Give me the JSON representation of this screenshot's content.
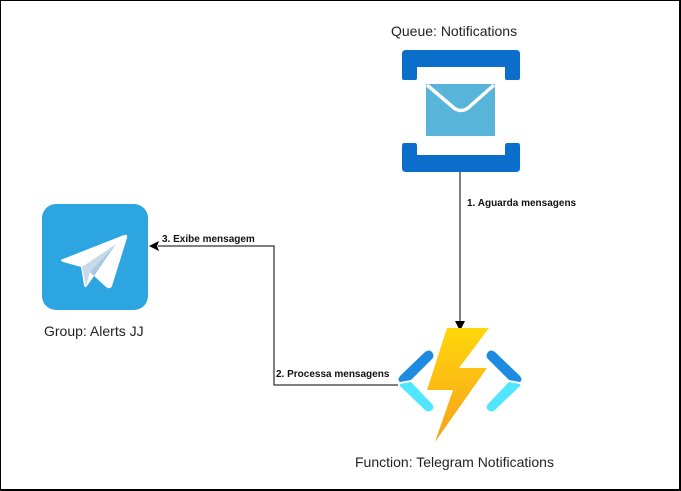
{
  "diagram": {
    "nodes": {
      "queue": {
        "label": "Queue: Notifications",
        "icon": "azure-storage-queue-icon",
        "colors": {
          "bracket": "#0A6ECA",
          "envelope": "#59B4D9"
        }
      },
      "function": {
        "label": "Function: Telegram Notifications",
        "icon": "azure-function-icon",
        "colors": {
          "bolt_top": "#FFD70A",
          "bolt_bottom": "#F7A01D",
          "bracket_dark": "#1C8BE0",
          "bracket_light": "#50E6FF"
        }
      },
      "telegram": {
        "label": "Group: Alerts JJ",
        "icon": "telegram-icon",
        "colors": {
          "background": "#2CA5E0",
          "plane": "#FFFFFF",
          "wing": "#C8DAEA"
        }
      }
    },
    "edges": [
      {
        "from": "queue",
        "to": "function",
        "label": "1. Aguarda mensagens"
      },
      {
        "from": "function",
        "to": "telegram",
        "label": "2. Processa mensagens"
      },
      {
        "from": "function",
        "to": "telegram",
        "label": "3. Exibe mensagem"
      }
    ]
  }
}
